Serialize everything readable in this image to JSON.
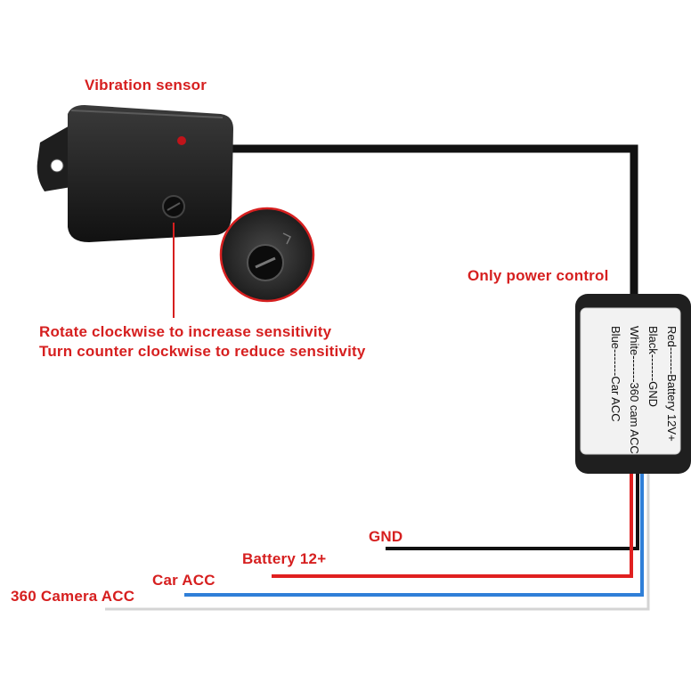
{
  "labels": {
    "vibration_sensor": "Vibration sensor",
    "only_power_control": "Only power control",
    "rotate_cw": "Rotate clockwise to increase sensitivity",
    "turn_ccw": "Turn counter clockwise to reduce sensitivity",
    "gnd": "GND",
    "battery": "Battery 12+",
    "car_acc": "Car ACC",
    "camera_acc": "360 Camera ACC"
  },
  "module_label_lines": [
    "Red-------Battery 12V+",
    "Black-------GND",
    "White-------360 cam ACC",
    "Blue-------Car ACC"
  ],
  "colors": {
    "label_red": "#d61f1f",
    "wire_black": "#111111",
    "wire_red": "#e02020",
    "wire_blue": "#2f7fd8",
    "wire_white": "#d8d8d8"
  }
}
